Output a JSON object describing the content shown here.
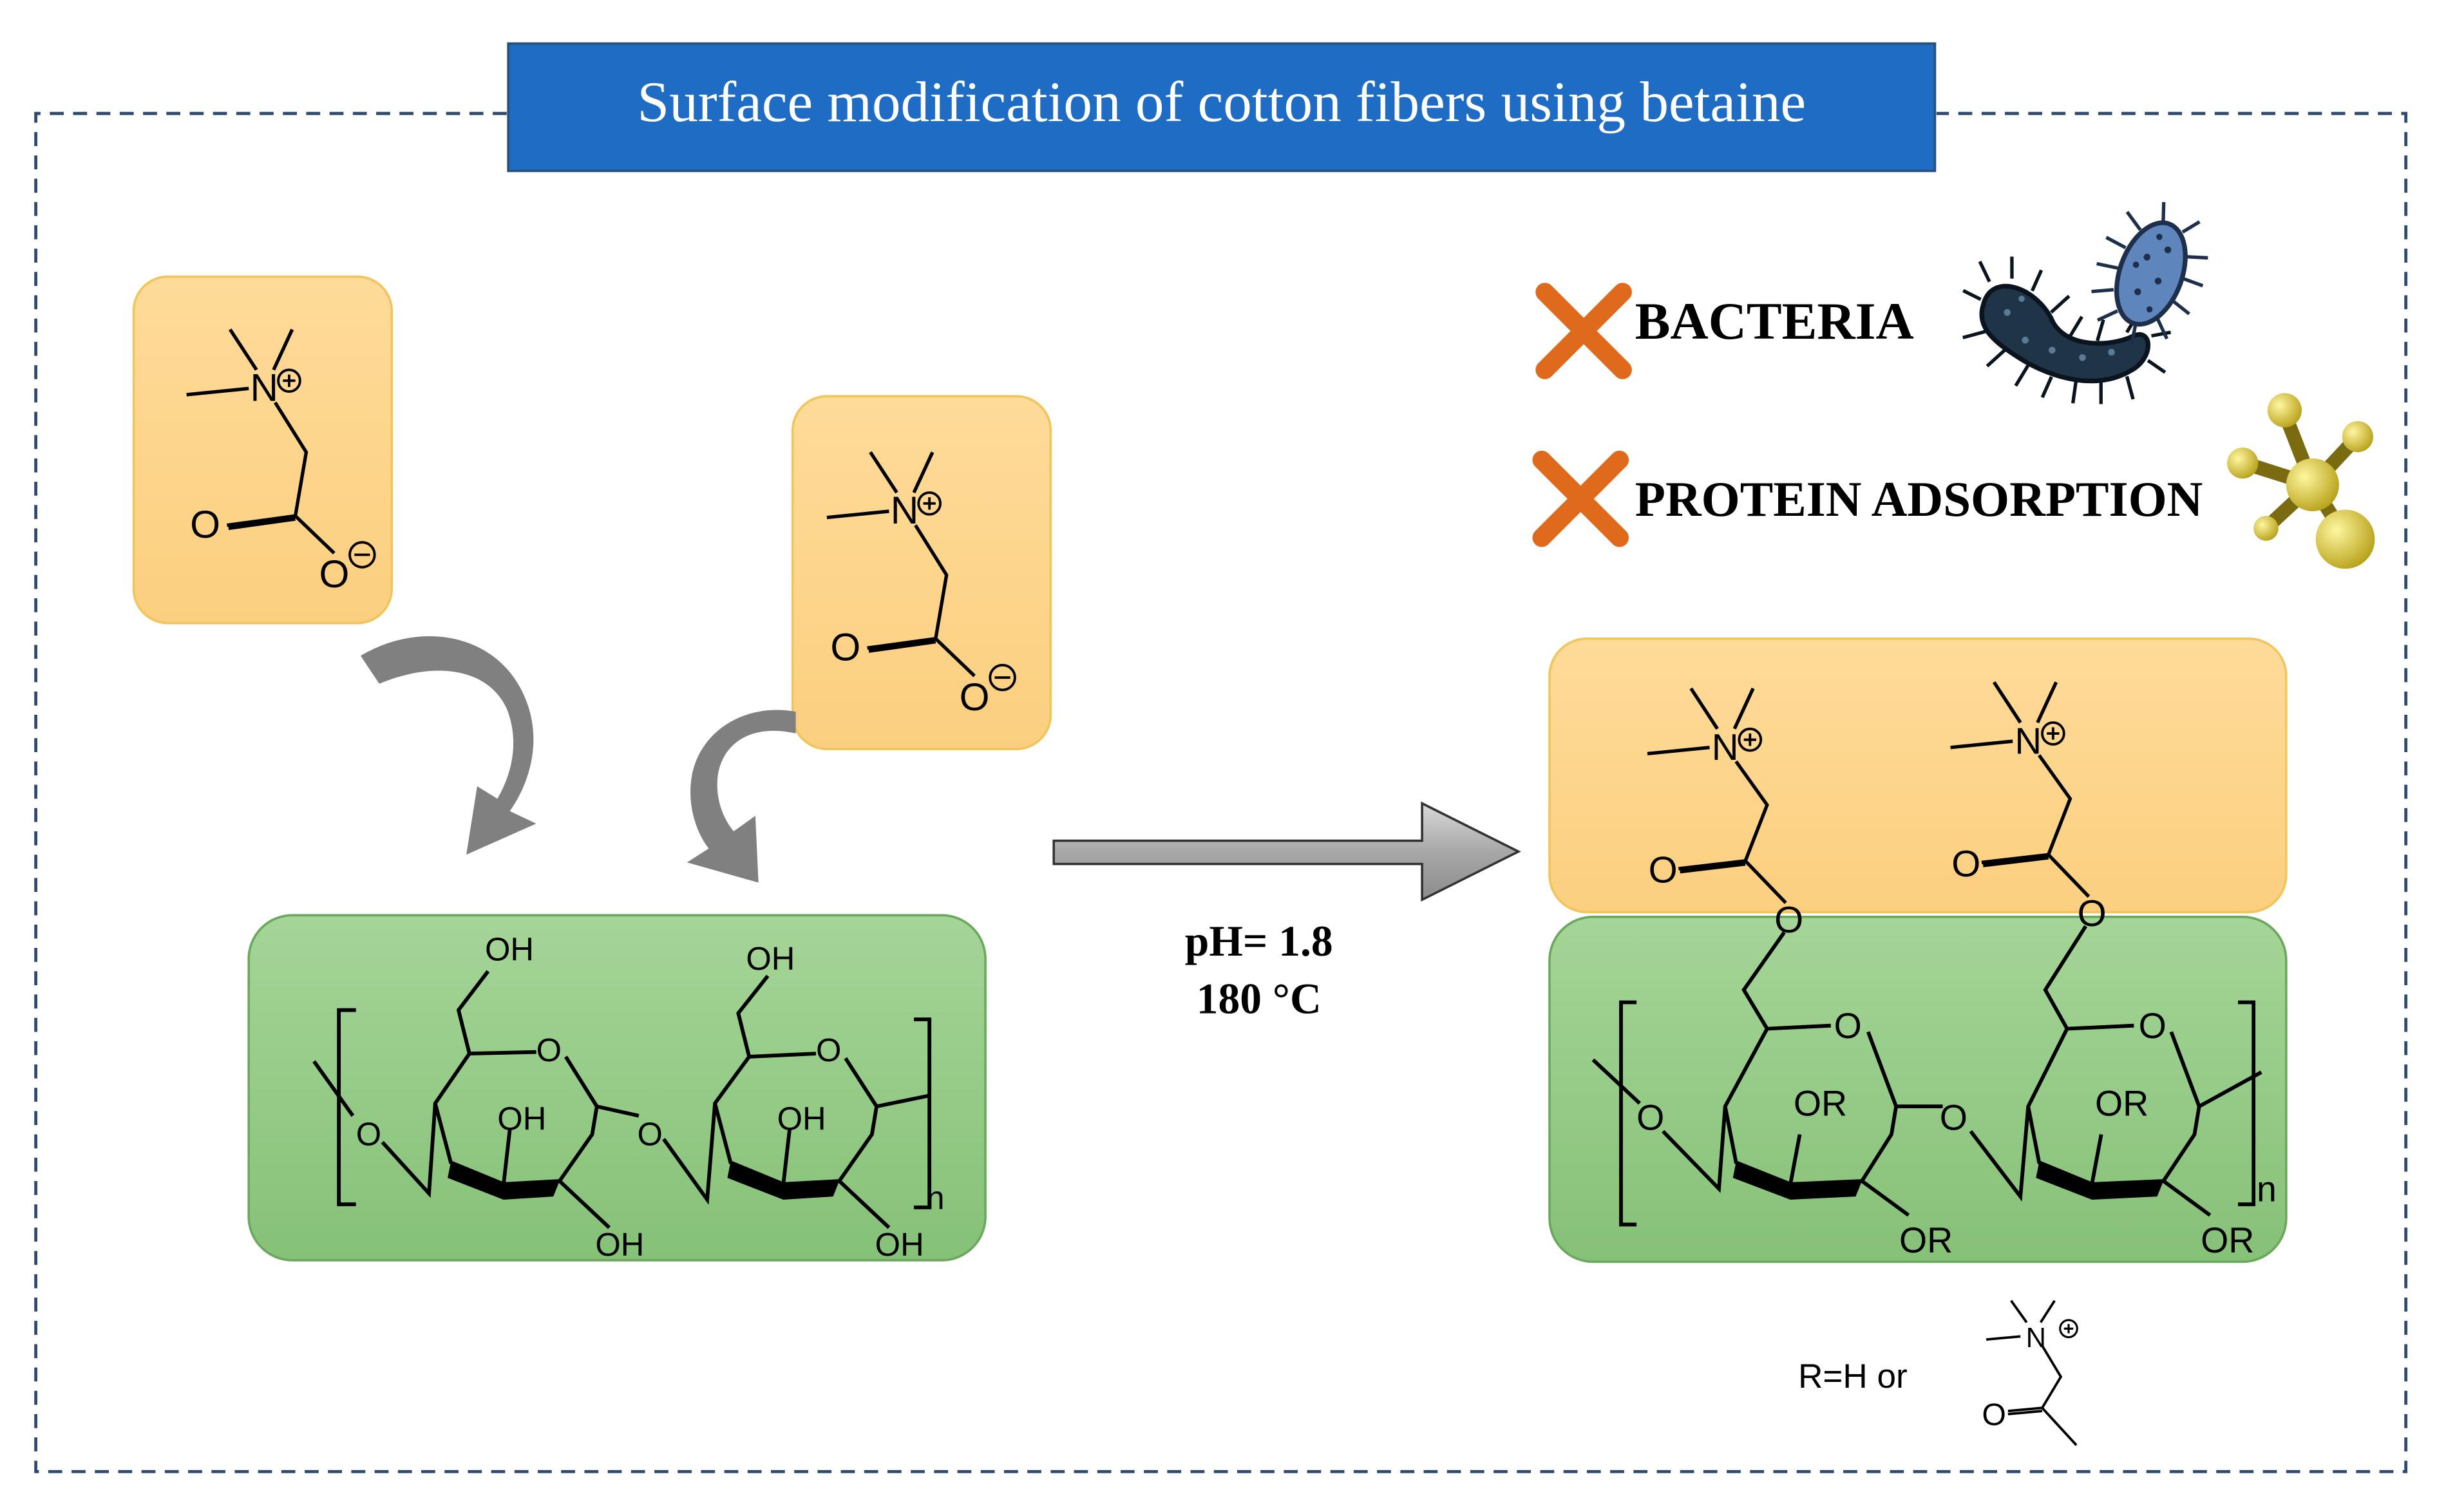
{
  "title": "Surface modification of cotton fibers using betaine",
  "conditions": {
    "ph": "pH= 1.8",
    "temp": "180 °C"
  },
  "effects": [
    {
      "label": "BACTERIA",
      "icon": "bacteria-icon"
    },
    {
      "label": "PROTEIN ADSORPTION",
      "icon": "protein-icon"
    }
  ],
  "betaine": {
    "n": "N",
    "o_carbonyl": "O",
    "o_anion": "O"
  },
  "cellulose": {
    "oh": "OH",
    "ring_o": "O",
    "repeat": "n"
  },
  "product": {
    "or": "OR",
    "ester_o": "O",
    "n": "N",
    "carbonyl_o": "O",
    "ring_o": "O",
    "repeat": "n"
  },
  "legend": {
    "text": "R=H or",
    "n": "N",
    "o": "O"
  },
  "colors": {
    "title_bg": "#1f6cc4",
    "title_text": "#ffffff",
    "betaine_box": "#fdd58e",
    "cellulose_box": "#96cc88",
    "cross": "#e06a1b",
    "arrow": "#9a9a9a",
    "frame": "#2f4a6e"
  }
}
